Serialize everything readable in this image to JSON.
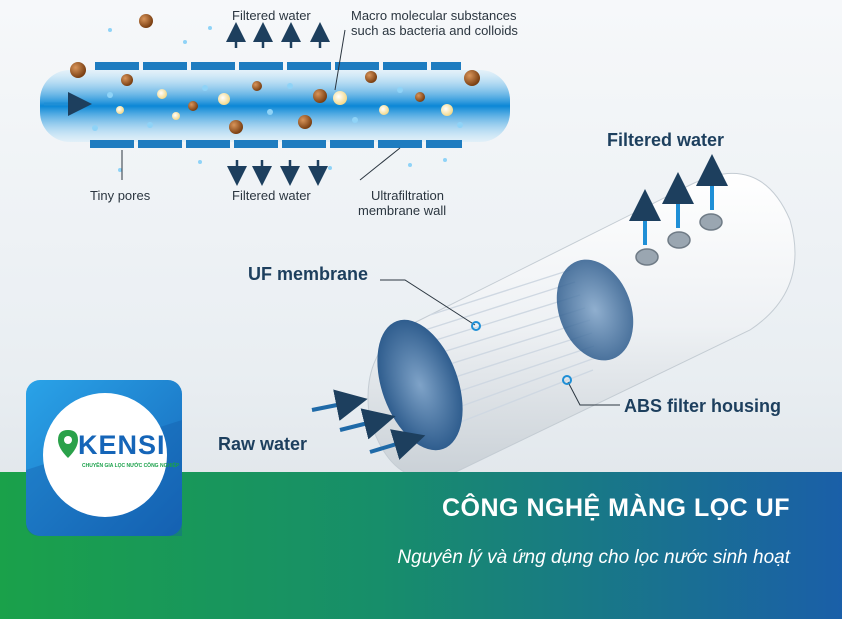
{
  "diagram": {
    "filtered_water_top": "Filtered water",
    "macro_substances_line1": "Macro molecular substances",
    "macro_substances_line2": "such as bacteria and colloids",
    "tiny_pores": "Tiny pores",
    "filtered_water_bottom": "Filtered water",
    "uf_wall_line1": "Ultrafiltration",
    "uf_wall_line2": "membrane wall",
    "filtered_water_cartridge": "Filtered water",
    "uf_membrane": "UF membrane",
    "abs_housing": "ABS filter housing",
    "raw_water": "Raw water"
  },
  "logo": {
    "brand": "KENSI",
    "tagline": "CHUYÊN GIA LỌC NƯỚC CÔNG NGHIỆP"
  },
  "banner": {
    "title": "CÔNG NGHỆ MÀNG LỌC UF",
    "subtitle": "Nguyên lý và ứng dụng cho lọc nước sinh hoạt"
  },
  "colors": {
    "banner_green": "#1aa14a",
    "banner_blue": "#1a5fa8",
    "accent_blue": "#1f8fd6",
    "arrow_navy": "#1d3f5e"
  }
}
